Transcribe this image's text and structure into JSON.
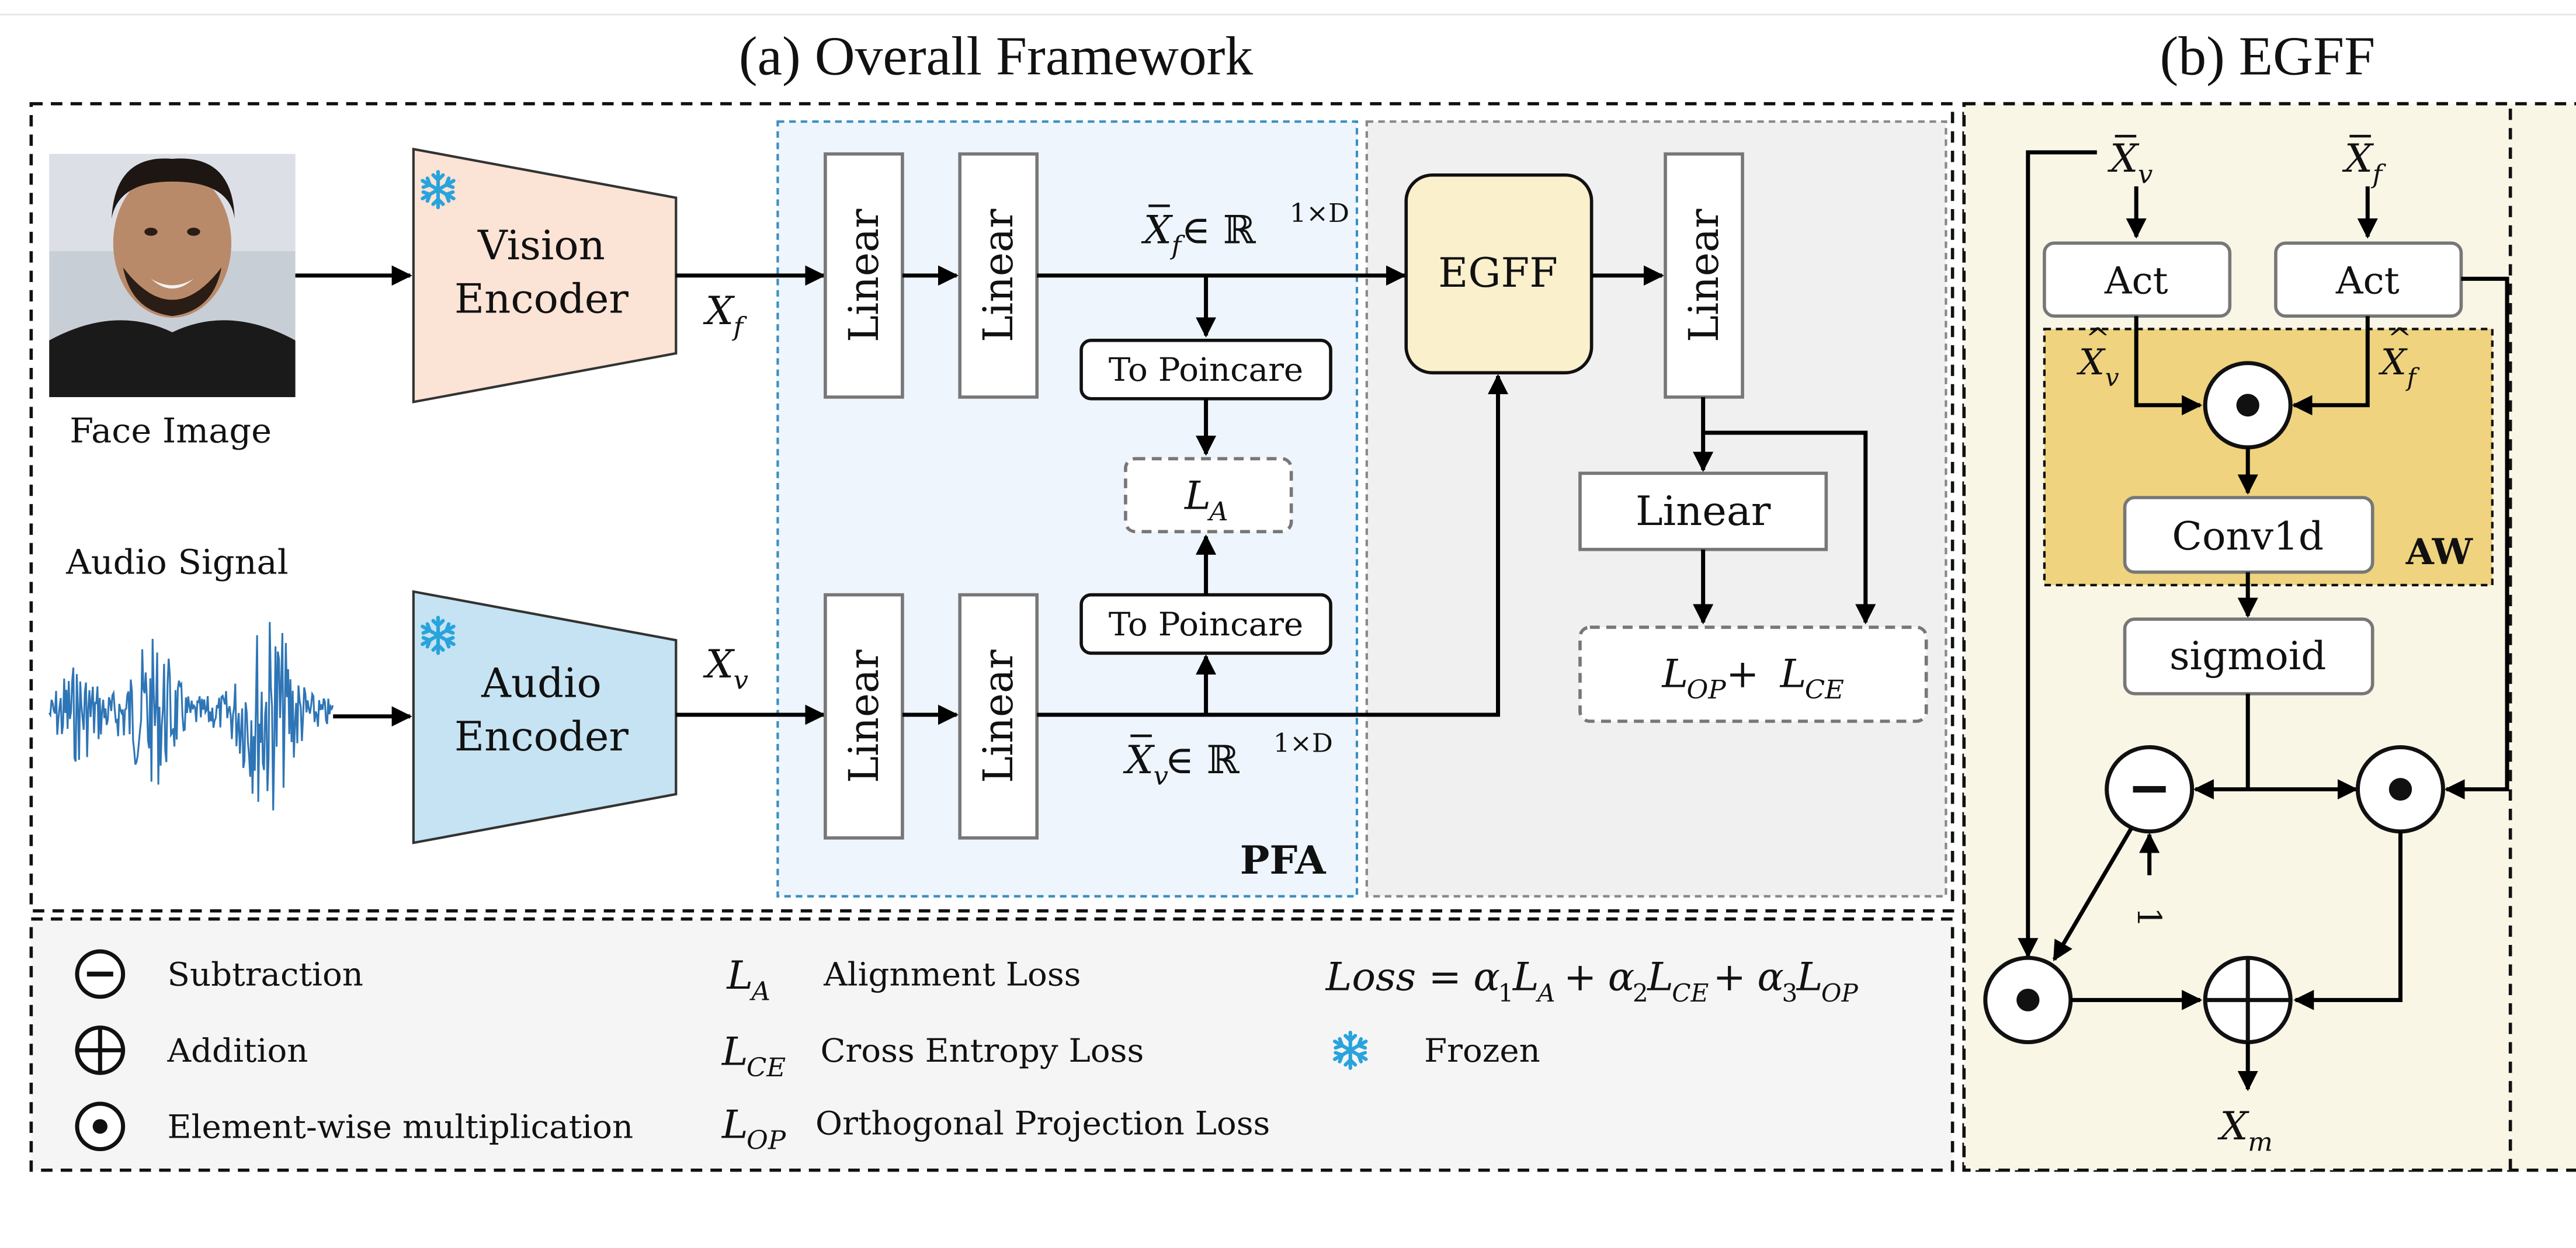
{
  "titles": {
    "overall": "(a) Overall Framework",
    "egff": "(b) EGFF"
  },
  "framework": {
    "face_image_label": "Face Image",
    "audio_signal_label": "Audio Signal",
    "vision_encoder": [
      "Vision",
      "Encoder"
    ],
    "audio_encoder": [
      "Audio",
      "Encoder"
    ],
    "linear": "Linear",
    "to_poincare": "To Poincare",
    "egff_block": "EGFF",
    "pfa_label": "PFA",
    "x_f": {
      "base": "X",
      "sub": "f"
    },
    "x_v": {
      "base": "X",
      "sub": "v"
    },
    "xbar_f_dim": {
      "base": "X",
      "sub": "f",
      "rest": " ∈ ℝ",
      "sup": "1×D"
    },
    "xbar_v_dim": {
      "base": "X",
      "sub": "v",
      "rest": " ∈ ℝ",
      "sup": "1×D"
    },
    "loss_a": {
      "base": "L",
      "sub": "A"
    },
    "loss_sum": {
      "l1": "L",
      "s1": "OP",
      "plus": " + ",
      "l2": "L",
      "s2": "CE"
    }
  },
  "legend": {
    "subtraction": "Subtraction",
    "addition": "Addition",
    "elementwise": "Element-wise multiplication",
    "la": {
      "base": "L",
      "sub": "A",
      "desc": "Alignment Loss"
    },
    "lce": {
      "base": "L",
      "sub": "CE",
      "desc": "Cross Entropy Loss"
    },
    "lop": {
      "base": "L",
      "sub": "OP",
      "desc": "Orthogonal Projection Loss"
    },
    "frozen": "Frozen",
    "loss_formula": "Loss = α₁L_A + α₂L_CE + α₃L_OP",
    "loss_parts": {
      "lhs": "Loss = ",
      "a1": "α",
      "a1s": "1",
      "t1": "L",
      "t1s": "A",
      "p1": " + ",
      "a2": "α",
      "a2s": "2",
      "t2": "L",
      "t2s": "CE",
      "p2": " + ",
      "a3": "α",
      "a3s": "3",
      "t3": "L",
      "t3s": "OP"
    }
  },
  "egff": {
    "xbar_v": {
      "base": "X",
      "sub": "v"
    },
    "xbar_f": {
      "base": "X",
      "sub": "f"
    },
    "act": "Act",
    "xhat_v": {
      "base": "X",
      "sub": "v"
    },
    "xhat_f": {
      "base": "X",
      "sub": "f"
    },
    "conv1d": "Conv1d",
    "aw_label": "AW",
    "sigmoid": "sigmoid",
    "one": "1",
    "x_m": {
      "base": "X",
      "sub": "m"
    }
  },
  "colors": {
    "vision_encoder_fill": "#FBE3D6",
    "audio_encoder_fill": "#C5E3F2",
    "pfa_fill": "#EEF5FC",
    "pfa_border": "#3A8FC0",
    "gray_region_fill": "#F0F0F0",
    "egff_block_fill": "#FAF0CC",
    "egff_panel_fill": "#FAF6E6",
    "aw_fill": "#EFD37E",
    "legend_fill": "#F5F5F5",
    "snowflake": "#29A3DC",
    "waveform": "#2E75B6"
  },
  "icons": {
    "snowflake": "snowflake-icon",
    "face": "face-photo",
    "waveform": "audio-waveform"
  }
}
